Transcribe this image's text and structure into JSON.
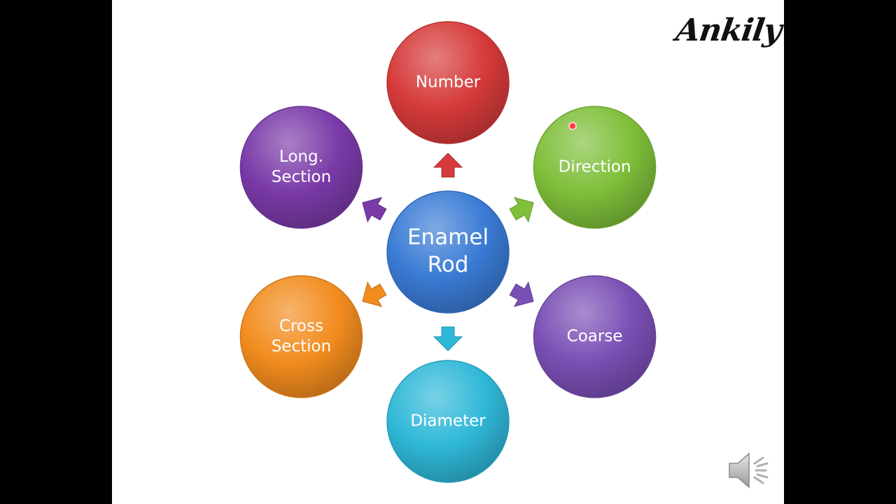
{
  "logo_text": "Ankily",
  "center": {
    "lines": [
      "Enamel",
      "Rod"
    ],
    "color": "#3a7bd5"
  },
  "nodes": [
    {
      "id": "number",
      "lines": [
        "Number"
      ],
      "color": "#d63a3a",
      "angle": -90
    },
    {
      "id": "direction",
      "lines": [
        "Direction"
      ],
      "color": "#7fbf3a",
      "angle": -30
    },
    {
      "id": "coarse",
      "lines": [
        "Coarse"
      ],
      "color": "#7a4fb5",
      "angle": 30
    },
    {
      "id": "diameter",
      "lines": [
        "Diameter"
      ],
      "color": "#2fb8d8",
      "angle": 90
    },
    {
      "id": "cross-section",
      "lines": [
        "Cross",
        "Section"
      ],
      "color": "#f28c1e",
      "angle": 150
    },
    {
      "id": "long-section",
      "lines": [
        "Long.",
        "Section"
      ],
      "color": "#7a3aa8",
      "angle": 210
    }
  ],
  "icons": {
    "speaker": "speaker-icon",
    "pointer": "laser-pointer-dot"
  }
}
